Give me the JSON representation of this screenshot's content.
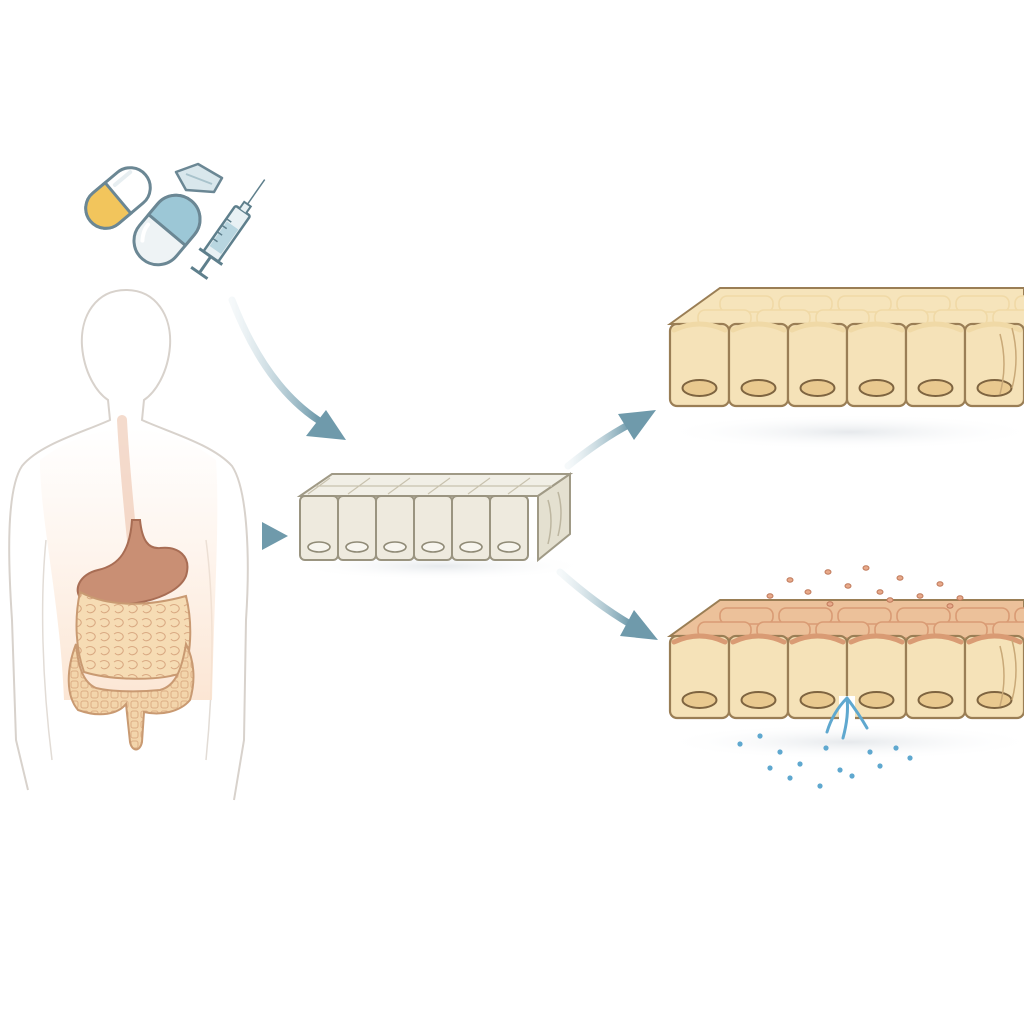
{
  "diagram": {
    "kind": "illustration",
    "text_labels": [],
    "elements": {
      "drugs": [
        "capsule-yellow",
        "capsule-blue",
        "tablet",
        "syringe"
      ],
      "body": "human-silhouette-with-digestive-tract",
      "center_tissue": "epithelial-cell-sheet-pale",
      "outcome_top": "epithelial-cell-sheet-intact",
      "outcome_bottom": "epithelial-cell-sheet-leaky"
    },
    "colors": {
      "arrow": "#7fa7b5",
      "cell_fill": "#f5e2b8",
      "cell_pale": "#eeeade",
      "cell_outline": "#9a7e55",
      "stomach": "#c98f74",
      "intestine": "#f3d2a8",
      "leak_fluid": "#5fa8cf",
      "capsule_yellow": "#f2c55c",
      "capsule_blue": "#9cc7d6"
    }
  }
}
